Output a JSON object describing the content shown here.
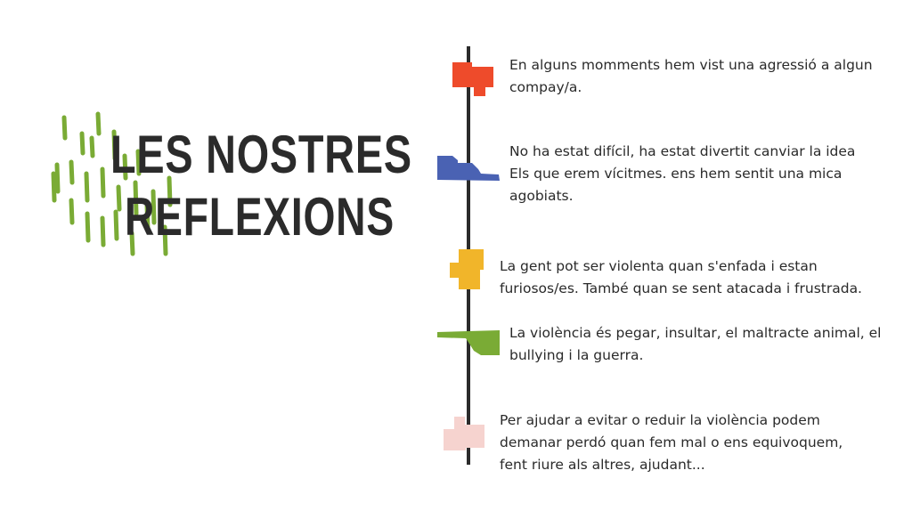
{
  "title": {
    "line1": "LES NOSTRES",
    "line2": "REFLEXIONS"
  },
  "colors": {
    "red": "#ee4b2b",
    "blue": "#4a62b3",
    "yellow": "#f1b52a",
    "green": "#7aab35",
    "pink": "#f6d3cf",
    "line": "#2b2b2b",
    "dash": "#7aab35"
  },
  "notes": [
    {
      "lines": [
        "En alguns momments hem vist una agressió a algun",
        "compay/a."
      ]
    },
    {
      "lines": [
        "No ha estat difícil, ha estat divertit canviar la idea",
        "Els que erem vícitmes. ens hem sentit una mica",
        "agobiats."
      ]
    },
    {
      "lines": [
        "La gent pot ser violenta quan s'enfada i estan",
        "furiosos/es. També quan se sent atacada i frustrada."
      ]
    },
    {
      "lines": [
        "La violència és pegar, insultar, el maltracte animal, el",
        "bullying i la guerra."
      ]
    },
    {
      "lines": [
        "Per ajudar a evitar o reduir la violència podem",
        "demanar perdó quan fem mal o ens equivoquem,",
        "fent riure als altres, ajudant..."
      ]
    }
  ]
}
